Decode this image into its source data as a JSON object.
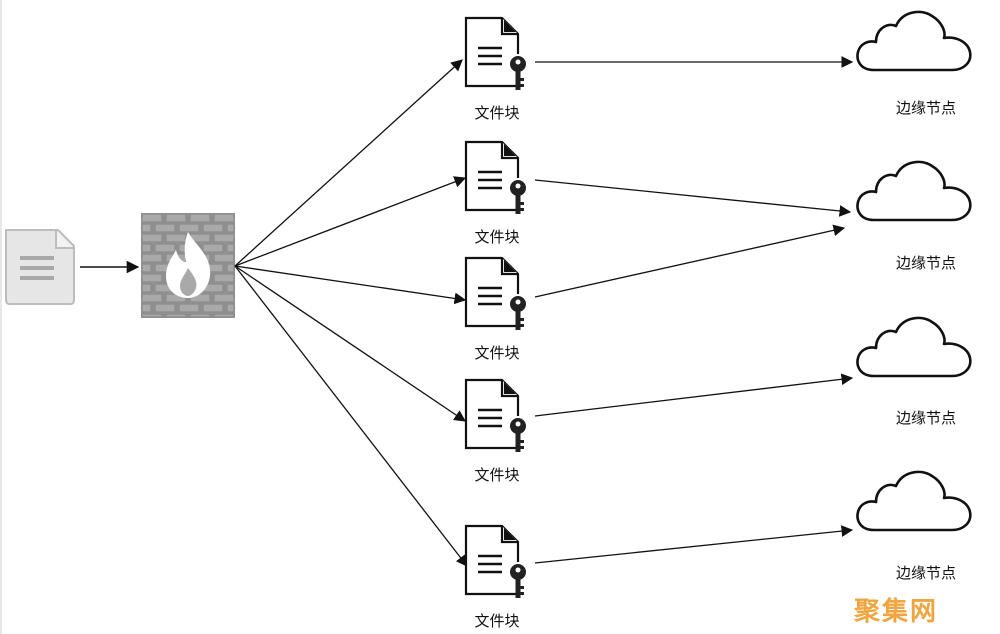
{
  "diagram": {
    "source": {
      "icon": "document-icon"
    },
    "firewall": {
      "icon": "firewall-icon"
    },
    "file_blocks": [
      {
        "label": "文件块",
        "icon": "encrypted-file-icon"
      },
      {
        "label": "文件块",
        "icon": "encrypted-file-icon"
      },
      {
        "label": "文件块",
        "icon": "encrypted-file-icon"
      },
      {
        "label": "文件块",
        "icon": "encrypted-file-icon"
      },
      {
        "label": "文件块",
        "icon": "encrypted-file-icon"
      }
    ],
    "edge_nodes": [
      {
        "label": "边缘节点",
        "icon": "cloud-icon"
      },
      {
        "label": "边缘节点",
        "icon": "cloud-icon"
      },
      {
        "label": "边缘节点",
        "icon": "cloud-icon"
      },
      {
        "label": "边缘节点",
        "icon": "cloud-icon"
      }
    ],
    "connections": {
      "file_block_to_edge_node": [
        0,
        1,
        1,
        2,
        3
      ]
    }
  },
  "watermark": "聚集网",
  "colors": {
    "line": "#111111",
    "source_fill": "#e6e6e6",
    "brick": "#9a9a9a",
    "watermark": "#f0a640"
  }
}
